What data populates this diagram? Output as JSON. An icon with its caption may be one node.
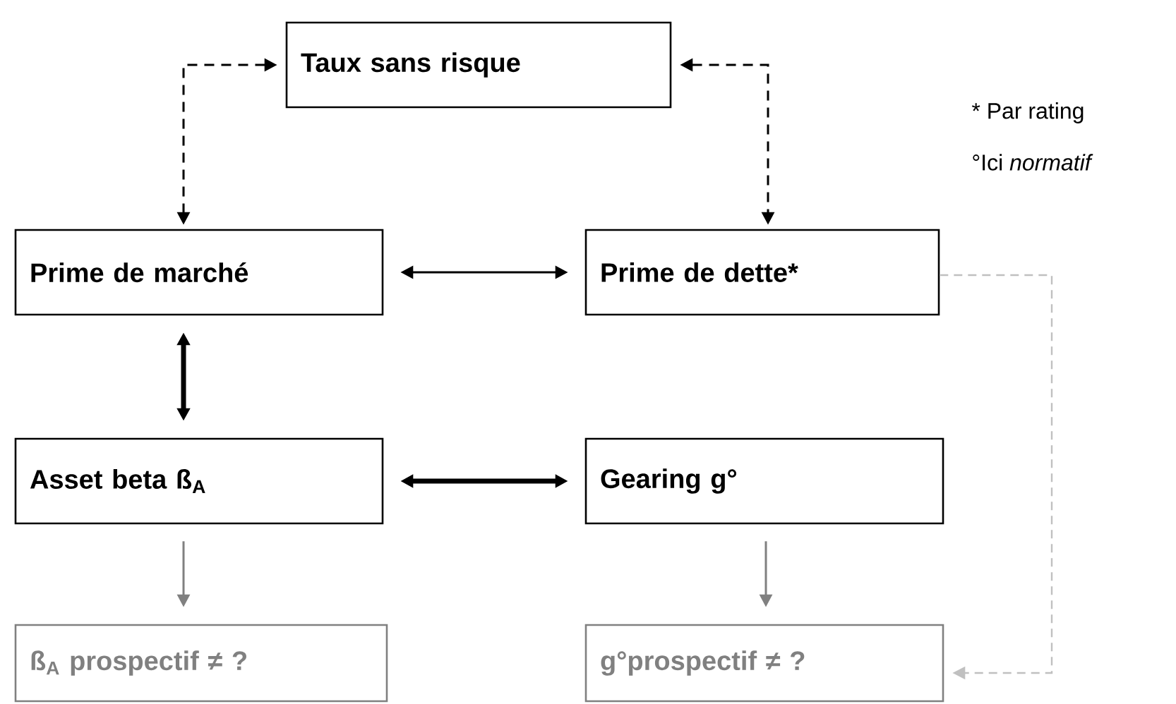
{
  "diagram": {
    "nodes": [
      {
        "text": [
          "Taux sans risque"
        ]
      },
      {
        "text": [
          "Prime de marché"
        ]
      },
      {
        "text": [
          "Prime de dette*"
        ]
      },
      {
        "text": [
          "Asset beta ß$_{A}$"
        ]
      },
      {
        "text": [
          "Gearing g°"
        ]
      },
      {
        "text": [
          "ß$_{A}$ prospectif ≠ ?"
        ]
      },
      {
        "text": [
          "g°prospectif  ≠ ?"
        ]
      }
    ],
    "edges": [
      {
        "from": 0,
        "to": 1,
        "arrow": "both",
        "style": "dashed"
      },
      {
        "from": 0,
        "to": 2,
        "arrow": "both",
        "style": "dashed"
      },
      {
        "from": 1,
        "to": 2,
        "arrow": "both"
      },
      {
        "from": 1,
        "to": 3,
        "arrow": "both",
        "style": "thick"
      },
      {
        "from": 3,
        "to": 4,
        "arrow": "both",
        "style": "thick"
      },
      {
        "from": 3,
        "to": 5,
        "arrow": "to",
        "color": "#808080"
      },
      {
        "from": 4,
        "to": 6,
        "arrow": "to",
        "color": "#808080"
      },
      {
        "from": 2,
        "to": 6,
        "arrow": "to",
        "style": "dashed",
        "color": "#c0c0c0"
      }
    ],
    "labels": [
      "* Par rating",
      "°Ici *normatif*"
    ]
  }
}
